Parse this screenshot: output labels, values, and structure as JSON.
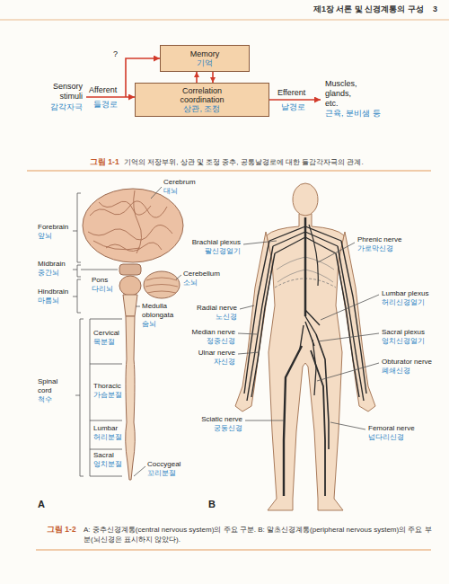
{
  "diagram": {
    "nodes": [
      {
        "text": [
          "Memory",
          "기억"
        ]
      },
      {
        "text": [
          "Correlation coordination",
          "상관, 조정"
        ]
      }
    ],
    "edges": [
      {
        "from": 1,
        "to": 0,
        "arrow": "to"
      },
      {
        "from": 0,
        "to": 1,
        "arrow": "to"
      }
    ],
    "labels": [
      "제1장 서론 및 신경계통의 구성",
      "3",
      "?",
      "Sensory stimuli",
      "감각자극",
      "Afferent",
      "들경로",
      "Efferent",
      "날경로",
      "Muscles, glands, etc.",
      "근육, 분비샘 등",
      "그림 1-1",
      "기억의 저장부위, 상관 및 조정 중추, 공통날경로에 대한 들감각자극의 관계.",
      "Cerebrum",
      "대뇌",
      "Forebrain",
      "앞뇌",
      "Midbrain",
      "중간뇌",
      "Hindbrain",
      "마름뇌",
      "Pons",
      "다리뇌",
      "Cerebellum",
      "소뇌",
      "Medulla oblongata",
      "숨뇌",
      "Cervical",
      "목분절",
      "Spinal cord",
      "척수",
      "Thoracic",
      "가슴분절",
      "Lumbar",
      "허리분절",
      "Sacral",
      "엉치분절",
      "Coccygeal",
      "꼬리분절",
      "A",
      "Brachial plexus",
      "팔신경얼기",
      "Phrenic nerve",
      "가로막신경",
      "Radial nerve",
      "노신경",
      "Lumbar plexus",
      "허리신경얼기",
      "Median nerve",
      "정중신경",
      "Ulnar nerve",
      "자신경",
      "Sacral plexus",
      "엉치신경얼기",
      "Obturator nerve",
      "폐쇄신경",
      "Sciatic nerve",
      "궁둥신경",
      "Femoral nerve",
      "넙다리신경",
      "B",
      "그림 1-2",
      "A: 중추신경계통(central nervous system)의 주요 구분. B: 말초신경계통(peripheral nervous system)의 주요 부분(뇌신경은 표시하지 않았다)."
    ]
  }
}
